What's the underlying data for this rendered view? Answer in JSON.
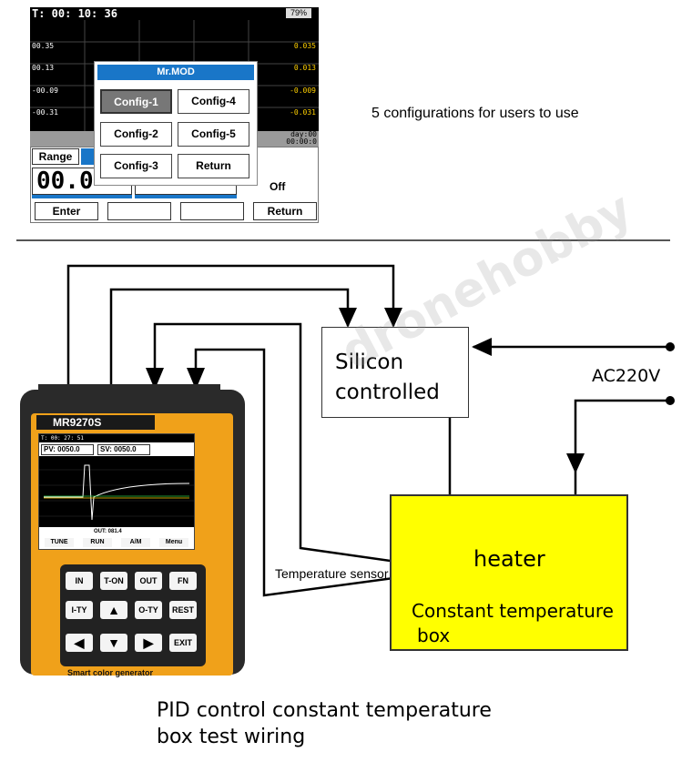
{
  "top_screen": {
    "time": "T: 00: 10: 36",
    "battery": "79%",
    "y_left": [
      "00.35",
      "00.13",
      "-00.09",
      "-00.31"
    ],
    "y_right": [
      "0.035",
      "0.013",
      "-0.009",
      "-0.031"
    ],
    "day_readout": "day:00",
    "clock_readout": "00:00:0",
    "range_label": "Range",
    "display_left": "00.0",
    "off_label": "Off",
    "softkeys": [
      "Enter",
      "",
      "",
      "Return"
    ]
  },
  "dialog": {
    "title": "Mr.MOD",
    "buttons": [
      "Config-1",
      "Config-4",
      "Config-2",
      "Config-5",
      "Config-3",
      "Return"
    ],
    "selected": "Config-1"
  },
  "caption_top": "5 configurations for users to use",
  "device": {
    "model": "MR9270S",
    "screen_time": "T: 00: 27: 51",
    "pv_label": "PV:",
    "pv_value": "0050.0",
    "sv_label": "SV:",
    "sv_value": "0050.0",
    "out_label": "OUT:",
    "out_value": "081.4",
    "softkeys": [
      "TUNE",
      "RUN",
      "A/M",
      "Menu"
    ],
    "keys": [
      "IN",
      "T-ON",
      "OUT",
      "FN",
      "I-TY",
      "▲",
      "O-TY",
      "REST",
      "◀",
      "▼",
      "▶",
      "EXIT"
    ],
    "brand": "Smart color generator"
  },
  "diagram": {
    "scr_label_line1": "Silicon",
    "scr_label_line2": "controlled",
    "ac_label": "AC220V",
    "heater_label": "heater",
    "sensor_label": "Temperature sensor",
    "box_label_line1": "Constant temperature",
    "box_label_line2": "box",
    "watermark": "dronehobby"
  },
  "caption_bottom_line1": "PID control constant temperature",
  "caption_bottom_line2": "box test wiring",
  "colors": {
    "dialog_title": "#1976c8",
    "box_fill": "#ffff00",
    "device_accent": "#f0a11a",
    "plot_bg": "#000000"
  }
}
